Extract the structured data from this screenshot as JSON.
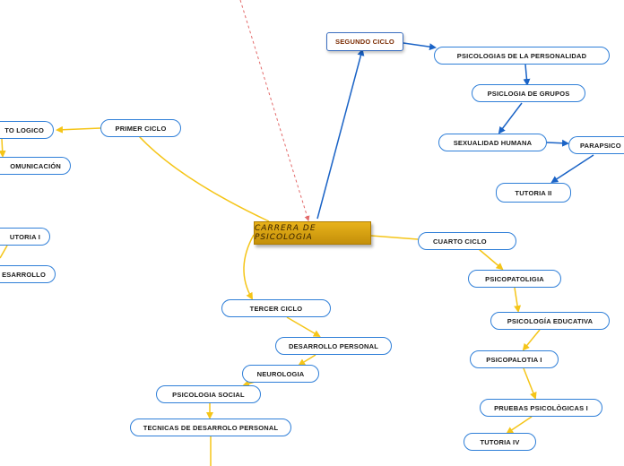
{
  "map": {
    "central": "CARRERA DE PSICOLOGIA",
    "primer_ciclo": "PRIMER CICLO",
    "primer_child_1": "TO LOGICO",
    "primer_child_2": "OMUNICACIÓN",
    "left_tutoria": "UTORIA I",
    "left_desarrollo": "ESARROLLO",
    "segundo_ciclo": "SEGUNDO CICLO",
    "psicologias_personalidad": "PSICOLOGIAS DE LA PERSONALIDAD",
    "psicologia_grupos": "PSICLOGIA DE GRUPOS",
    "sexualidad_humana": "SEXUALIDAD HUMANA",
    "parapsico": "PARAPSICO",
    "tutoria_ii": "TUTORIA II",
    "tercer_ciclo": "TERCER CICLO",
    "desarrollo_personal": "DESARROLLO PERSONAL",
    "neurologia": "NEUROLOGIA",
    "psicologia_social": "PSICOLOGIA SOCIAL",
    "tecnicas": "TECNICAS DE DESARROLO PERSONAL",
    "cuarto_ciclo": "CUARTO CICLO",
    "psicopatoligia": "PSICOPATOLIGIA",
    "psicologia_educativa": "PSICOLOGÍA EDUCATIVA",
    "psicopalotia_i": "PSICOPALOTIA I",
    "pruebas_psicologicas": "PRUEBAS PSICOLÒGICAS I",
    "tutoria_iv": "TUTORIA IV"
  },
  "colors": {
    "blue_connector": "#1a63c6",
    "yellow_connector": "#f5c518",
    "dashed_connector": "#e36a6a",
    "node_border": "#2f7fd8",
    "central_fill": "#d9a414"
  }
}
